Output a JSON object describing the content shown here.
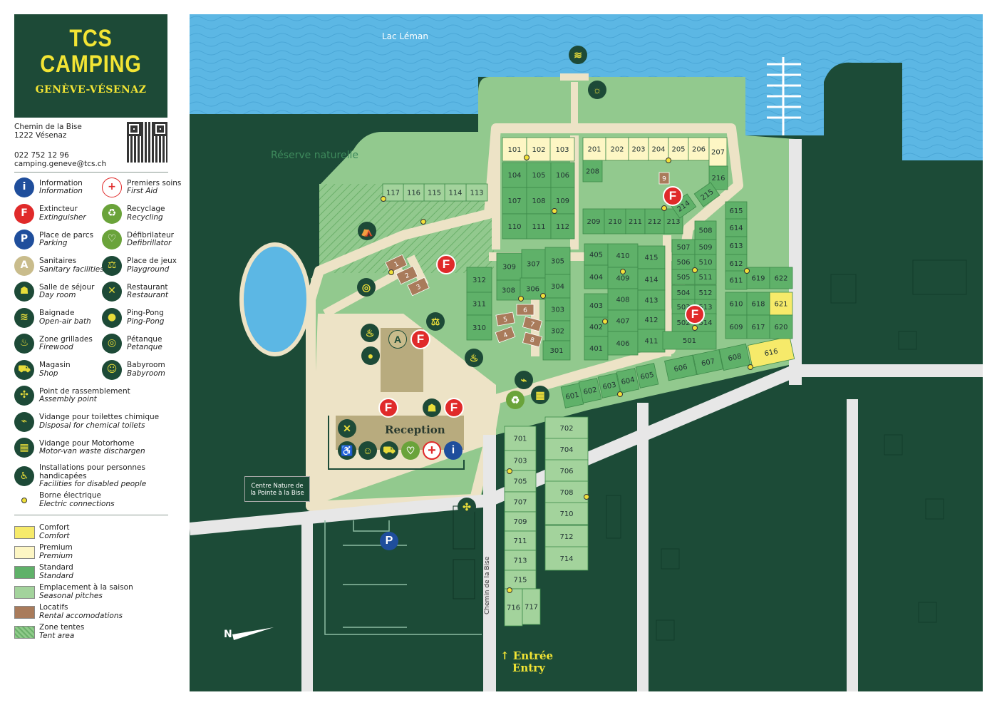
{
  "header": {
    "brand_line1": "TCS",
    "brand_line2": "CAMPING",
    "brand_location": "GENÈVE-VÉSENAZ"
  },
  "contact": {
    "street": "Chemin de la Bise",
    "city": "1222 Vésenaz",
    "phone": "022 752 12 96",
    "email": "camping.geneve@tcs.ch"
  },
  "legend_icons": [
    {
      "icon": "info-icon",
      "glyph": "i",
      "color": "#1f4e9c",
      "fr": "Information",
      "en": "Information"
    },
    {
      "icon": "first-aid-icon",
      "glyph": "+",
      "color": "#ffffff",
      "fr": "Premiers soins",
      "en": "First Aid"
    },
    {
      "icon": "extinguisher-icon",
      "glyph": "F",
      "color": "#e02a2a",
      "fr": "Extincteur",
      "en": "Extinguisher"
    },
    {
      "icon": "recycling-icon",
      "glyph": "♻",
      "color": "#6aa33a",
      "fr": "Recyclage",
      "en": "Recycling"
    },
    {
      "icon": "parking-icon",
      "glyph": "P",
      "color": "#1f4e9c",
      "fr": "Place de parcs",
      "en": "Parking"
    },
    {
      "icon": "defibrillator-icon",
      "glyph": "♡",
      "color": "#6aa33a",
      "fr": "Défibrilateur",
      "en": "Defibrillator"
    },
    {
      "icon": "sanitary-icon",
      "glyph": "A",
      "color": "#c9bc8c",
      "fr": "Sanitaires",
      "en": "Sanitary facilities"
    },
    {
      "icon": "playground-icon",
      "glyph": "⚖",
      "color": "#1d4a37",
      "fr": "Place de jeux",
      "en": "Playground"
    },
    {
      "icon": "day-room-icon",
      "glyph": "☗",
      "color": "#1d4a37",
      "fr": "Salle de séjour",
      "en": "Day room"
    },
    {
      "icon": "restaurant-icon",
      "glyph": "✕",
      "color": "#1d4a37",
      "fr": "Restaurant",
      "en": "Restaurant"
    },
    {
      "icon": "bath-icon",
      "glyph": "≋",
      "color": "#1d4a37",
      "fr": "Baignade",
      "en": "Open-air bath"
    },
    {
      "icon": "ping-pong-icon",
      "glyph": "●",
      "color": "#1d4a37",
      "fr": "Ping-Pong",
      "en": "Ping-Pong"
    },
    {
      "icon": "firewood-icon",
      "glyph": "♨",
      "color": "#1d4a37",
      "fr": "Zone grillades",
      "en": "Firewood"
    },
    {
      "icon": "petanque-icon",
      "glyph": "◎",
      "color": "#1d4a37",
      "fr": "Pétanque",
      "en": "Petanque"
    },
    {
      "icon": "shop-icon",
      "glyph": "⛟",
      "color": "#1d4a37",
      "fr": "Magasin",
      "en": "Shop"
    },
    {
      "icon": "babyroom-icon",
      "glyph": "☺",
      "color": "#1d4a37",
      "fr": "Babyroom",
      "en": "Babyroom"
    }
  ],
  "legend_wide": [
    {
      "icon": "assembly-point-icon",
      "glyph": "✣",
      "fr": "Point de rassemblement",
      "en": "Assembly point"
    },
    {
      "icon": "chemical-toilet-icon",
      "glyph": "⌁",
      "fr": "Vidange pour toilettes chimique",
      "en": "Disposal for chemical toilets"
    },
    {
      "icon": "motorhome-icon",
      "glyph": "▦",
      "fr": "Vidange pour Motorhome",
      "en": "Motor-van waste dischargen"
    },
    {
      "icon": "accessible-icon",
      "glyph": "♿",
      "fr": "Installations pour personnes handicapées",
      "en": "Facilities for disabled people"
    },
    {
      "icon": "electric-connection-icon",
      "glyph": "",
      "fr": "Borne électrique",
      "en": "Electric connections"
    }
  ],
  "legend_zones": [
    {
      "key": "comfort",
      "color": "#f6ea6a",
      "fr": "Comfort",
      "en": "Comfort"
    },
    {
      "key": "premium",
      "color": "#fdf6c4",
      "fr": "Premium",
      "en": "Premium"
    },
    {
      "key": "standard",
      "color": "#5fb169",
      "fr": "Standard",
      "en": "Standard"
    },
    {
      "key": "seasonal",
      "color": "#a3d39c",
      "fr": "Emplacement à la saison",
      "en": "Seasonal pitches"
    },
    {
      "key": "rental",
      "color": "#a97b5b",
      "fr": "Locatifs",
      "en": "Rental accomodations"
    },
    {
      "key": "tent",
      "color": "#8fca8a",
      "fr": "Zone tentes",
      "en": "Tent area"
    }
  ],
  "map": {
    "lake": "Lac Léman",
    "reserve": "Réserve naturelle",
    "reception": "Reception",
    "nature_center": "Centre Nature de la Pointe à la Bise",
    "road": "Chemin de la Bise",
    "entry_fr": "Entrée",
    "entry_en": "Entry",
    "north": "N",
    "colors": {
      "water": "#5cb7e4",
      "forest_dark": "#1c4b37",
      "forest": "#236c4e",
      "camp": "#92c98e",
      "path": "#ede3c6",
      "road": "#e7e7e7"
    },
    "pitches": {
      "premium": [
        "101",
        "102",
        "103",
        "201",
        "202",
        "203",
        "204",
        "205",
        "206",
        "207"
      ],
      "comfort": [
        "621",
        "616"
      ],
      "seasonal": [
        "113",
        "114",
        "115",
        "116",
        "117",
        "701",
        "703",
        "705",
        "707",
        "709",
        "711",
        "713",
        "715",
        "716",
        "717",
        "702",
        "704",
        "706",
        "708",
        "710",
        "712",
        "714"
      ],
      "standard": [
        "104",
        "105",
        "106",
        "107",
        "108",
        "109",
        "110",
        "111",
        "112",
        "208",
        "216",
        "209",
        "210",
        "211",
        "212",
        "213",
        "214",
        "215",
        "309",
        "307",
        "305",
        "308",
        "306",
        "304",
        "303",
        "302",
        "301",
        "312",
        "311",
        "310",
        "405",
        "410",
        "415",
        "404",
        "409",
        "414",
        "403",
        "408",
        "413",
        "402",
        "407",
        "412",
        "401",
        "406",
        "411",
        "508",
        "507",
        "509",
        "506",
        "510",
        "505",
        "511",
        "504",
        "512",
        "503",
        "513",
        "502",
        "514",
        "501",
        "615",
        "614",
        "613",
        "612",
        "611",
        "619",
        "622",
        "610",
        "618",
        "609",
        "617",
        "620",
        "601",
        "602",
        "603",
        "604",
        "605",
        "606",
        "607",
        "608"
      ],
      "rental": [
        "1",
        "2",
        "3",
        "4",
        "5",
        "6",
        "7",
        "8",
        "9"
      ]
    }
  }
}
